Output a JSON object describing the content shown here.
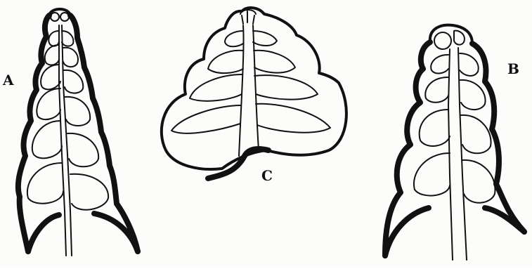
{
  "figure": {
    "labels": {
      "a": "A",
      "b": "B",
      "c": "C"
    },
    "colors": {
      "ink": "#111111",
      "paper": "#fcfcfb"
    }
  }
}
